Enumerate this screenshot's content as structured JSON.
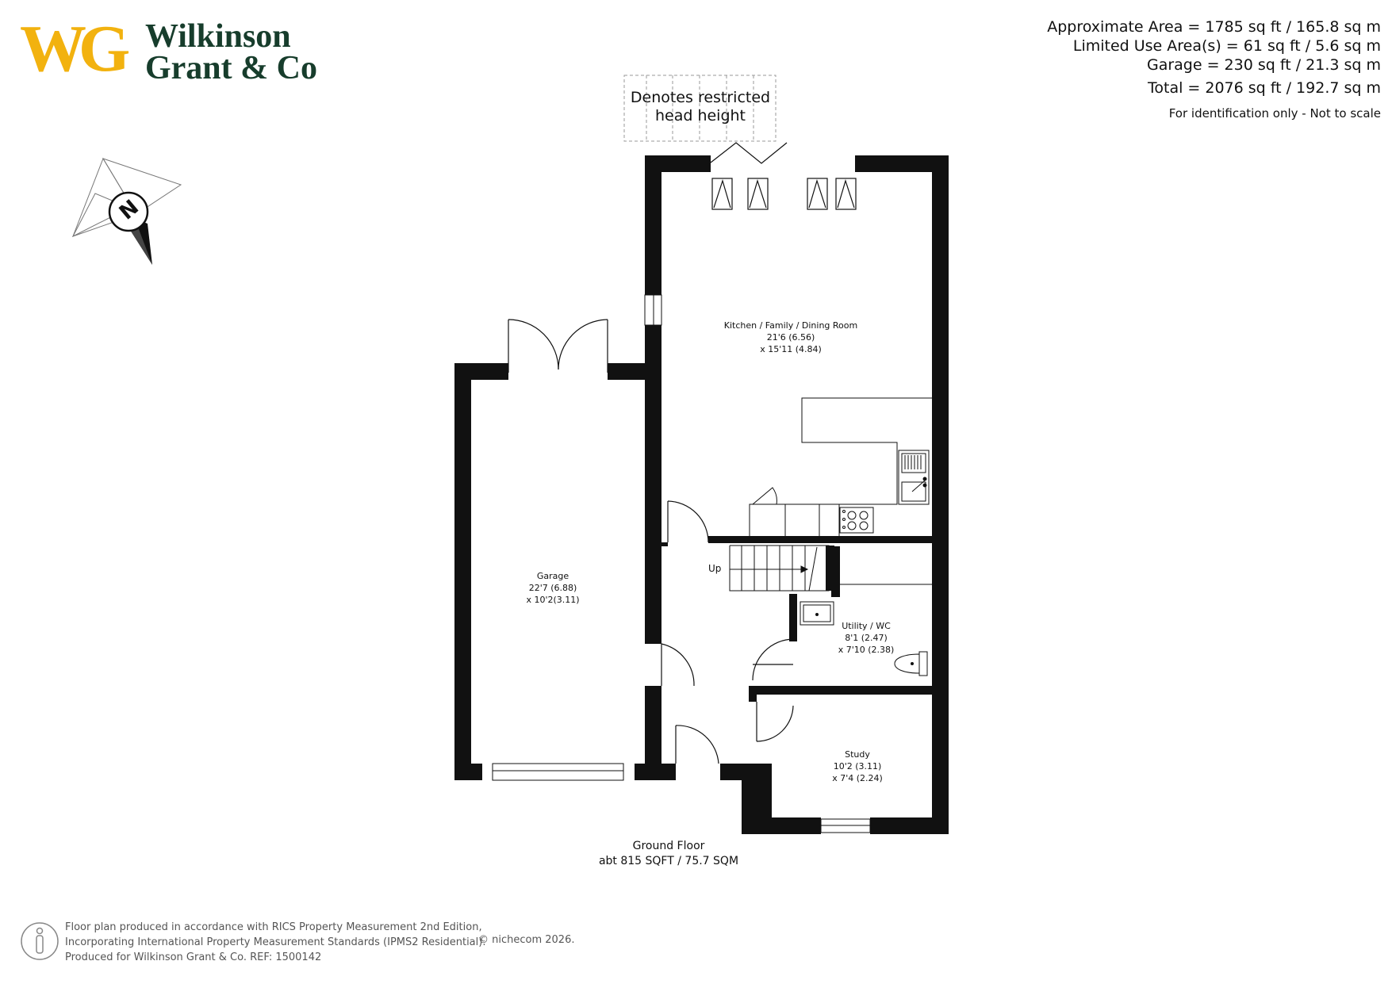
{
  "brand": {
    "initials": "WG",
    "name_line1": "Wilkinson",
    "name_line2": "Grant & Co",
    "colors": {
      "initials": "#f2b20f",
      "name": "#173d2c"
    }
  },
  "areas": {
    "approximate": "Approximate Area = 1785 sq ft / 165.8 sq m",
    "limited_use": "Limited Use Area(s) = 61 sq ft / 5.6 sq m",
    "garage": "Garage = 230 sq ft / 21.3 sq m",
    "total": "Total = 2076 sq ft / 192.7 sq m",
    "note": "For identification only - Not to scale"
  },
  "legend": {
    "restricted_line1": "Denotes restricted",
    "restricted_line2": "head height"
  },
  "compass": {
    "icon": "north-compass-icon",
    "letter": "N"
  },
  "rooms": {
    "kitchen": {
      "name": "Kitchen / Family / Dining Room",
      "dim1": "21'6 (6.56)",
      "dim2": "x 15'11 (4.84)"
    },
    "garage": {
      "name": "Garage",
      "dim1": "22'7 (6.88)",
      "dim2": "x 10'2(3.11)"
    },
    "utility": {
      "name": "Utility / WC",
      "dim1": "8'1 (2.47)",
      "dim2": "x 7'10 (2.38)"
    },
    "study": {
      "name": "Study",
      "dim1": "10'2 (3.11)",
      "dim2": "x 7'4 (2.24)"
    }
  },
  "stairs_label": "Up",
  "floor": {
    "name": "Ground Floor",
    "area": "abt 815 SQFT / 75.7 SQM"
  },
  "footer": {
    "line1": "Floor plan produced in accordance with RICS Property Measurement 2nd Edition,",
    "line2": "Incorporating International Property Measurement Standards (IPMS2 Residential).",
    "line3": "Produced for Wilkinson Grant & Co.   REF:  1500142",
    "copyright": "© nichecom  2026.",
    "icon": "person-icon"
  }
}
